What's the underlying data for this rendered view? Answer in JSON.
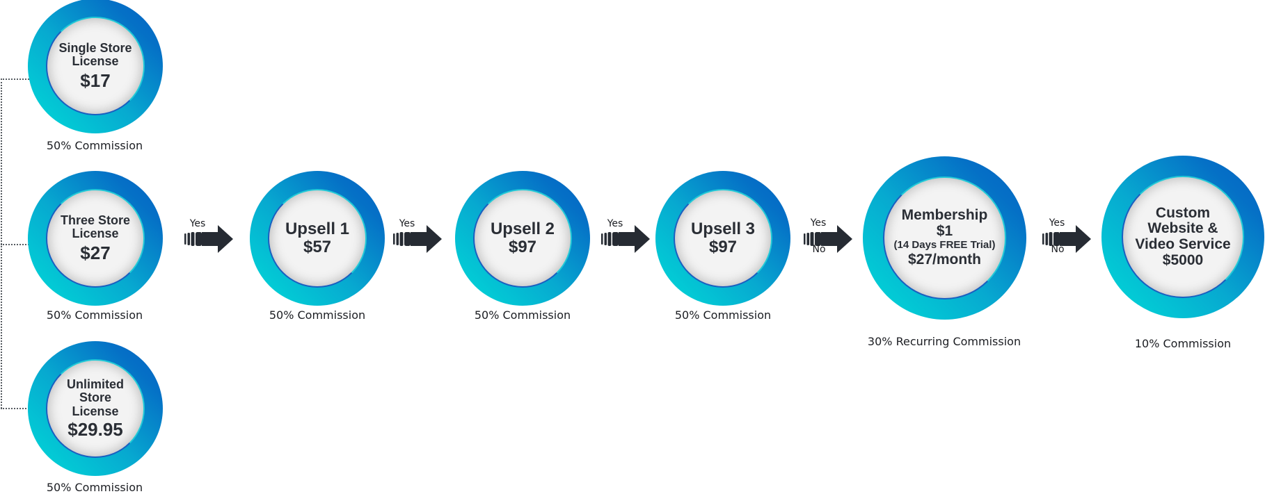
{
  "diagram_title": "Sales Funnel",
  "colors": {
    "ring_start": "#00dcd8",
    "ring_end": "#0562c2",
    "inner_fill": "#f3f3f3",
    "arrow": "#262b33",
    "text": "#2a2e35"
  },
  "front_end": [
    {
      "title": "Single Store License",
      "price": "$17",
      "commission": "50% Commission"
    },
    {
      "title": "Three Store License",
      "price": "$27",
      "commission": "50% Commission"
    },
    {
      "title": "Unlimited Store License",
      "price": "$29.95",
      "commission": "50% Commission"
    }
  ],
  "funnel": [
    {
      "title": "Upsell 1",
      "price": "$57",
      "commission": "50% Commission"
    },
    {
      "title": "Upsell 2",
      "price": "$97",
      "commission": "50% Commission"
    },
    {
      "title": "Upsell 3",
      "price": "$97",
      "commission": "50% Commission"
    },
    {
      "title": "Membership",
      "price": "$1",
      "note": "(14 Days FREE Trial)",
      "recurring": "$27/month",
      "commission": "30% Recurring Commission"
    },
    {
      "title": "Custom Website & Video Service",
      "price": "$5000",
      "commission": "10% Commission"
    }
  ],
  "arrows": [
    {
      "yes": "Yes",
      "no": ""
    },
    {
      "yes": "Yes",
      "no": ""
    },
    {
      "yes": "Yes",
      "no": ""
    },
    {
      "yes": "Yes",
      "no": "No"
    },
    {
      "yes": "Yes",
      "no": "No"
    }
  ]
}
